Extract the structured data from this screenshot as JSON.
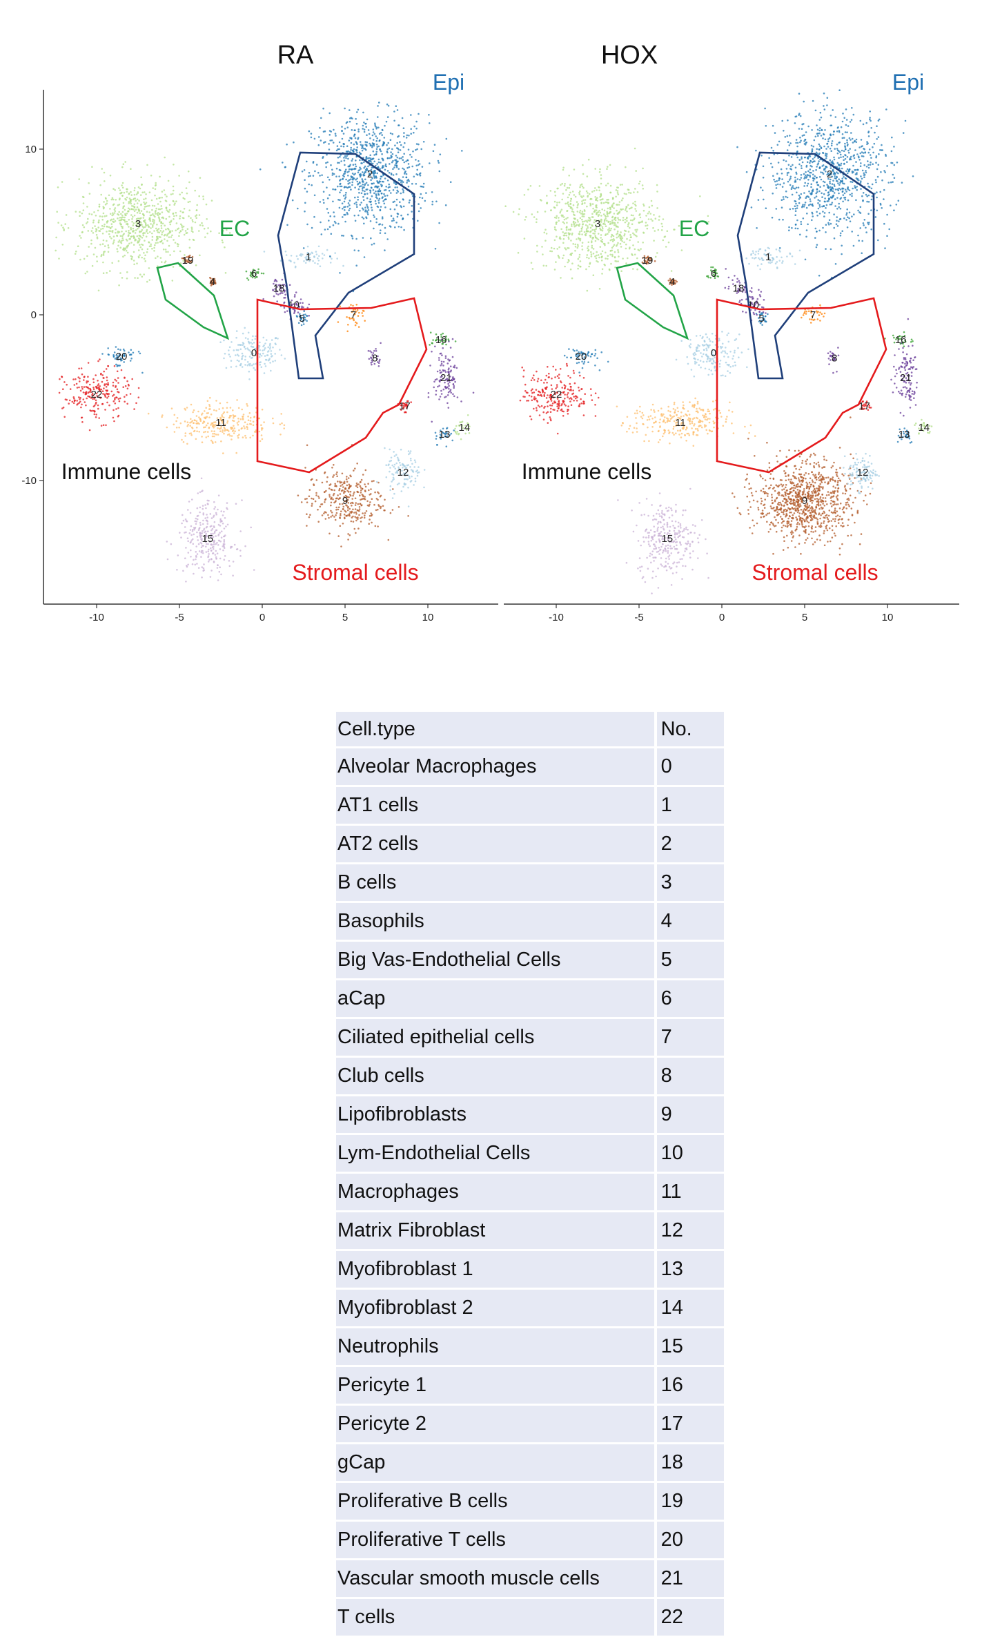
{
  "chart_data": {
    "type": "scatter",
    "panels": [
      {
        "title": "RA",
        "x_ticks": [
          "-10",
          "-5",
          "0",
          "5",
          "10"
        ],
        "y_ticks": [
          "10",
          "0",
          "-10"
        ]
      },
      {
        "title": "HOX",
        "x_ticks": [
          "-10",
          "-5",
          "0",
          "5",
          "10"
        ],
        "y_ticks": []
      }
    ],
    "xlim": [
      -13.3,
      14.5
    ],
    "ylim": [
      -17.5,
      13.5
    ],
    "grid": false,
    "groups": [
      {
        "label": "Epi",
        "color": "#1f6fb2"
      },
      {
        "label": "EC",
        "color": "#22a447"
      },
      {
        "label": "Immune cells",
        "color": "#111111"
      },
      {
        "label": "Stromal cells",
        "color": "#e41a1c"
      }
    ],
    "cluster_colors": {
      "0": "#a6cee3",
      "1": "#a6cee3",
      "2": "#1f78b4",
      "3": "#b2df8a",
      "4": "#b15928",
      "5": "#1f78b4",
      "6": "#33a02c",
      "7": "#ff7f00",
      "8": "#6a3d9a",
      "9": "#b15928",
      "10": "#6a3d9a",
      "11": "#fdbf6f",
      "12": "#a6cee3",
      "13": "#1f78b4",
      "14": "#b2df8a",
      "15": "#cab2d6",
      "16": "#33a02c",
      "17": "#e31a1c",
      "18": "#6a3d9a",
      "19": "#b15928",
      "20": "#1f78b4",
      "21": "#6a3d9a",
      "22": "#e31a1c"
    },
    "clusters": [
      {
        "id": "0",
        "x": -0.5,
        "y": -2.3,
        "sx": 1.6,
        "sy": 1.1
      },
      {
        "id": "1",
        "x": 2.8,
        "y": 3.5,
        "sx": 1.4,
        "sy": 0.5
      },
      {
        "id": "2",
        "x": 6.5,
        "y": 8.5,
        "sx": 3.2,
        "sy": 3.2
      },
      {
        "id": "3",
        "x": -7.5,
        "y": 5.5,
        "sx": 3.4,
        "sy": 2.5
      },
      {
        "id": "4",
        "x": -3.0,
        "y": 2.0,
        "sx": 0.2,
        "sy": 0.2
      },
      {
        "id": "5",
        "x": 2.4,
        "y": -0.2,
        "sx": 0.4,
        "sy": 0.5
      },
      {
        "id": "6",
        "x": -0.5,
        "y": 2.5,
        "sx": 0.4,
        "sy": 0.3
      },
      {
        "id": "7",
        "x": 5.5,
        "y": 0.0,
        "sx": 0.6,
        "sy": 0.6
      },
      {
        "id": "8",
        "x": 6.8,
        "y": -2.6,
        "sx": 0.4,
        "sy": 0.6
      },
      {
        "id": "9",
        "x": 5.0,
        "y": -11.2,
        "sx": 2.1,
        "sy": 1.7
      },
      {
        "id": "10",
        "x": 1.9,
        "y": 0.6,
        "sx": 0.7,
        "sy": 0.7
      },
      {
        "id": "11",
        "x": -2.5,
        "y": -6.5,
        "sx": 2.7,
        "sy": 1.1
      },
      {
        "id": "12",
        "x": 8.5,
        "y": -9.5,
        "sx": 1.0,
        "sy": 1.2
      },
      {
        "id": "13",
        "x": 11.0,
        "y": -7.2,
        "sx": 0.6,
        "sy": 0.5
      },
      {
        "id": "14",
        "x": 12.2,
        "y": -6.8,
        "sx": 0.5,
        "sy": 0.5
      },
      {
        "id": "15",
        "x": -3.3,
        "y": -13.5,
        "sx": 1.6,
        "sy": 2.0
      },
      {
        "id": "16",
        "x": 10.8,
        "y": -1.5,
        "sx": 0.7,
        "sy": 0.4
      },
      {
        "id": "17",
        "x": 8.6,
        "y": -5.5,
        "sx": 0.3,
        "sy": 0.3
      },
      {
        "id": "18",
        "x": 1.0,
        "y": 1.6,
        "sx": 0.7,
        "sy": 0.6
      },
      {
        "id": "19",
        "x": -4.5,
        "y": 3.3,
        "sx": 0.3,
        "sy": 0.25
      },
      {
        "id": "20",
        "x": -8.5,
        "y": -2.5,
        "sx": 0.9,
        "sy": 0.6
      },
      {
        "id": "21",
        "x": 11.1,
        "y": -3.8,
        "sx": 0.7,
        "sy": 1.8
      },
      {
        "id": "22",
        "x": -10.0,
        "y": -4.8,
        "sx": 1.8,
        "sy": 1.4
      }
    ]
  },
  "legend_table": {
    "headers": [
      "Cell.type",
      "No."
    ],
    "rows": [
      {
        "type": "Alveolar Macrophages",
        "no": "0"
      },
      {
        "type": "AT1 cells",
        "no": "1"
      },
      {
        "type": "AT2 cells",
        "no": "2"
      },
      {
        "type": "B cells",
        "no": "3"
      },
      {
        "type": "Basophils",
        "no": "4"
      },
      {
        "type": "Big Vas-Endothelial Cells",
        "no": "5"
      },
      {
        "type": "aCap",
        "no": "6"
      },
      {
        "type": "Ciliated epithelial cells",
        "no": "7"
      },
      {
        "type": "Club cells",
        "no": "8"
      },
      {
        "type": "Lipofibroblasts",
        "no": "9"
      },
      {
        "type": "Lym-Endothelial Cells",
        "no": "10"
      },
      {
        "type": "Macrophages",
        "no": "11"
      },
      {
        "type": "Matrix Fibroblast",
        "no": "12"
      },
      {
        "type": "Myofibroblast 1",
        "no": "13"
      },
      {
        "type": "Myofibroblast 2",
        "no": "14"
      },
      {
        "type": "Neutrophils",
        "no": "15"
      },
      {
        "type": "Pericyte 1",
        "no": "16"
      },
      {
        "type": "Pericyte 2",
        "no": "17"
      },
      {
        "type": "gCap",
        "no": "18"
      },
      {
        "type": "Proliferative B cells",
        "no": "19"
      },
      {
        "type": "Proliferative T cells",
        "no": "20"
      },
      {
        "type": "Vascular smooth muscle cells",
        "no": "21"
      },
      {
        "type": "T cells",
        "no": "22"
      }
    ]
  }
}
